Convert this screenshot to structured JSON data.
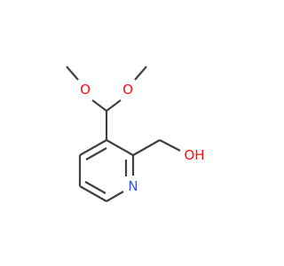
{
  "molecule": {
    "atoms": {
      "o_top_left": "O",
      "o_top_right": "O",
      "o_hydroxyl": "OH",
      "n_ring": "N"
    }
  },
  "colors": {
    "bond": "#404040",
    "oxygen": "#ff0d0d",
    "nitrogen": "#3050f8"
  }
}
